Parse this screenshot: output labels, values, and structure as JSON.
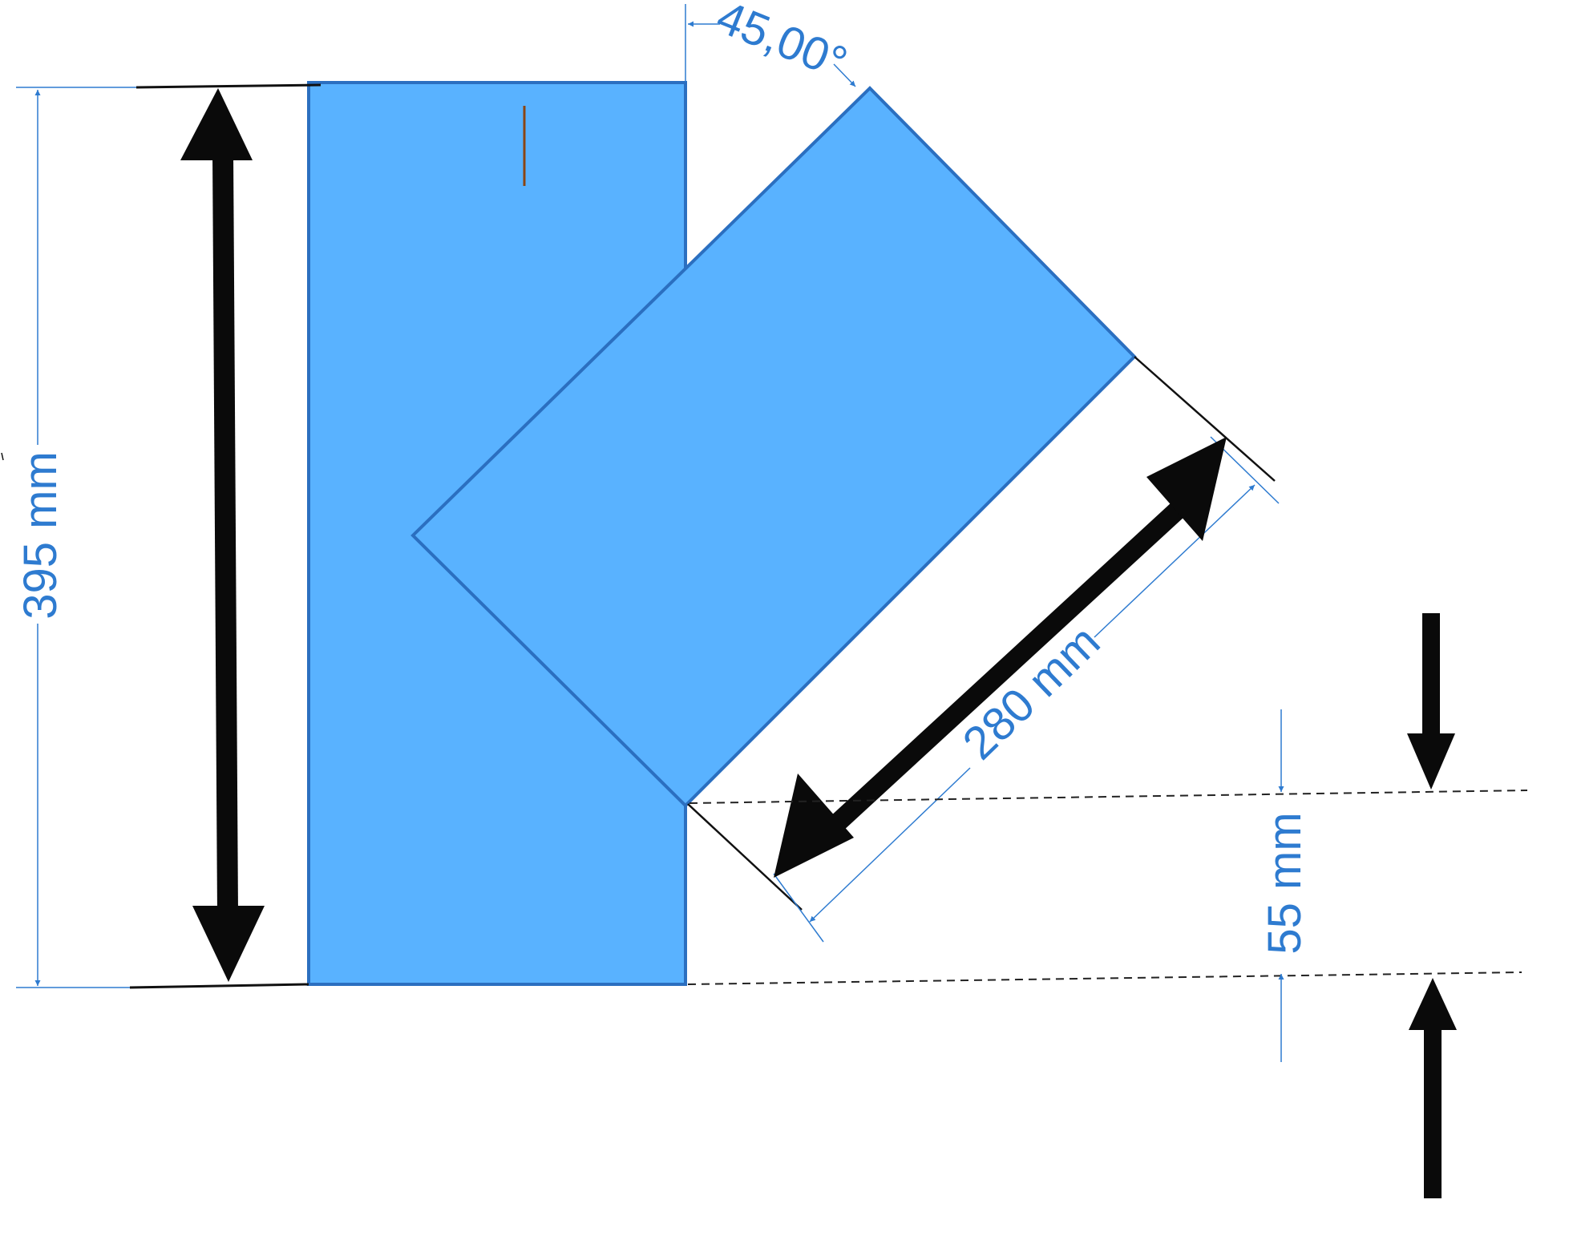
{
  "colors": {
    "part_fill": "#59B2FF",
    "part_stroke": "#2B6FC0",
    "dimension": "#2E7BD0",
    "arrow": "#0a0a0a",
    "dashed": "#222222",
    "mark": "#8B4513"
  },
  "dimensions": {
    "height": {
      "value": "395 mm"
    },
    "branch_length": {
      "value": "280 mm"
    },
    "angle": {
      "value": "45,00°"
    },
    "offset": {
      "value": "55 mm"
    }
  }
}
